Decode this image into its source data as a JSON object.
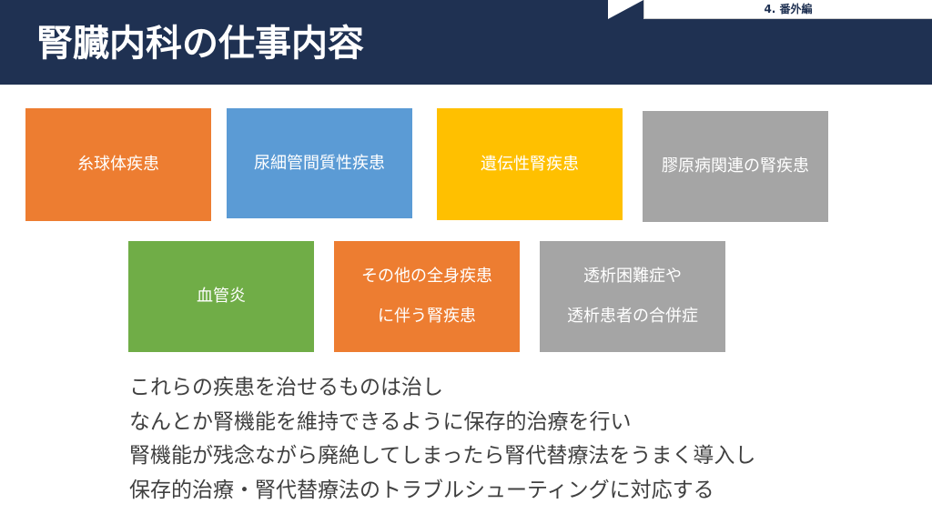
{
  "section_tab": "4. 番外編",
  "title": "腎臓内科の仕事内容",
  "boxes": [
    {
      "label": "糸球体疾患",
      "color": "#ed7d31"
    },
    {
      "label": "尿細管間質性疾患",
      "color": "#5b9bd5"
    },
    {
      "label": "遺伝性腎疾患",
      "color": "#ffc000"
    },
    {
      "label": "膠原病関連の腎疾患",
      "color": "#a5a5a5"
    },
    {
      "label": "血管炎",
      "color": "#70ad47"
    },
    {
      "label_lines": [
        "その他の全身疾患",
        "に伴う腎疾患"
      ],
      "color": "#ed7d31"
    },
    {
      "label_lines": [
        "透析困難症や",
        "透析患者の合併症"
      ],
      "color": "#a5a5a5"
    }
  ],
  "body_lines": [
    "これらの疾患を治せるものは治し",
    "なんとか腎機能を維持できるように保存的治療を行い",
    "腎機能が残念ながら廃絶してしまったら腎代替療法をうまく導入し",
    "保存的治療・腎代替療法のトラブルシューティングに対応する"
  ]
}
